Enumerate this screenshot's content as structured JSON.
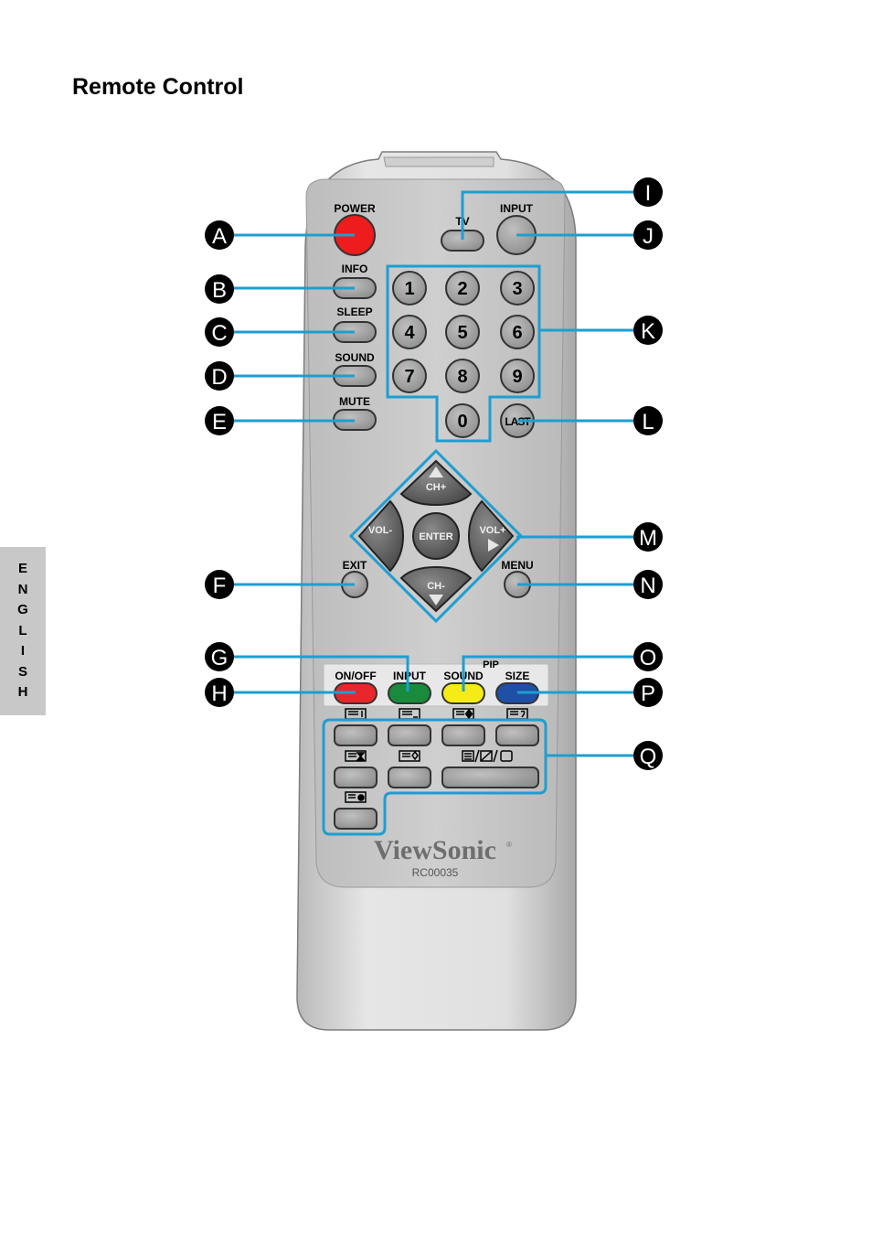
{
  "page": {
    "title": "Remote Control",
    "language_tab": [
      "E",
      "N",
      "G",
      "L",
      "I",
      "S",
      "H"
    ]
  },
  "remote": {
    "brand": "ViewSonic",
    "brand_mark": "®",
    "model": "RC00035",
    "buttons": {
      "power": "POWER",
      "tv": "TV",
      "input": "INPUT",
      "info": "INFO",
      "sleep": "SLEEP",
      "sound": "SOUND",
      "mute": "MUTE",
      "digits": [
        "1",
        "2",
        "3",
        "4",
        "5",
        "6",
        "7",
        "8",
        "9",
        "0"
      ],
      "last": "LAST",
      "ch_up": "CH+",
      "ch_down": "CH-",
      "vol_down": "VOL-",
      "vol_up": "VOL+",
      "enter": "ENTER",
      "exit": "EXIT",
      "menu": "MENU",
      "pip_label": "PIP",
      "pip_onoff": "ON/OFF",
      "pip_input": "INPUT",
      "pip_sound": "SOUND",
      "pip_size": "SIZE"
    },
    "colors": {
      "power": "#ee1c1c",
      "pip_onoff": "#e8262c",
      "pip_input": "#1a8a3c",
      "pip_sound": "#f5ec17",
      "pip_size": "#1f4fa6",
      "callout_line": "#1e9ed0",
      "body": "#d9d9d9",
      "face": "#c6c6c6"
    }
  },
  "callouts": [
    "A",
    "B",
    "C",
    "D",
    "E",
    "F",
    "G",
    "H",
    "I",
    "J",
    "K",
    "L",
    "M",
    "N",
    "O",
    "P",
    "Q"
  ]
}
